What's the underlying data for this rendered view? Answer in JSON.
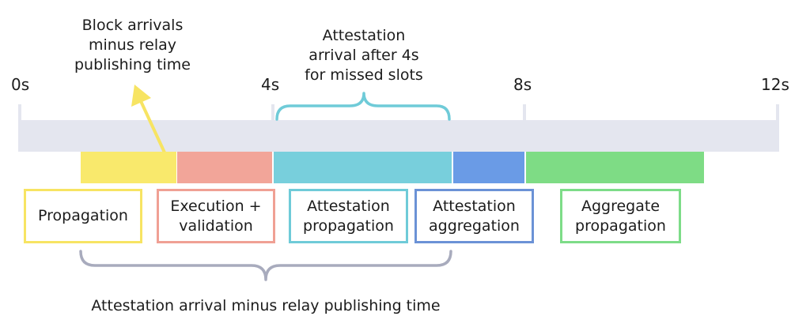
{
  "timeline": {
    "ticks": [
      {
        "label": "0s"
      },
      {
        "label": "4s"
      },
      {
        "label": "8s"
      },
      {
        "label": "12s"
      }
    ]
  },
  "annotations": {
    "block_arrivals": {
      "lines": [
        "Block arrivals",
        "minus relay",
        "publishing time"
      ],
      "color": "#f7e463"
    },
    "missed_slots": {
      "lines": [
        "Attestation",
        "arrival after 4s",
        "for missed slots"
      ],
      "color": "#6fcbd8"
    },
    "bottom_brace": {
      "text": "Attestation arrival minus relay publishing time",
      "color": "#a8abbd"
    }
  },
  "phases": [
    {
      "id": "propagation",
      "lines": [
        "Propagation"
      ],
      "fill": "#f9e96c",
      "border": "#f7e463"
    },
    {
      "id": "execution",
      "lines": [
        "Execution +",
        "validation"
      ],
      "fill": "#f2a599",
      "border": "#f0a094"
    },
    {
      "id": "attestation-propagation",
      "lines": [
        "Attestation",
        "propagation"
      ],
      "fill": "#78cfdc",
      "border": "#6fcbd8"
    },
    {
      "id": "attestation-aggregation",
      "lines": [
        "Attestation",
        "aggregation"
      ],
      "fill": "#6a9be6",
      "border": "#6b92d6"
    },
    {
      "id": "aggregate-propagation",
      "lines": [
        "Aggregate",
        "propagation"
      ],
      "fill": "#7edc85",
      "border": "#7ddc88"
    }
  ],
  "colors": {
    "timeline_bar": "#e4e6ef",
    "text": "#1c1c1c"
  }
}
